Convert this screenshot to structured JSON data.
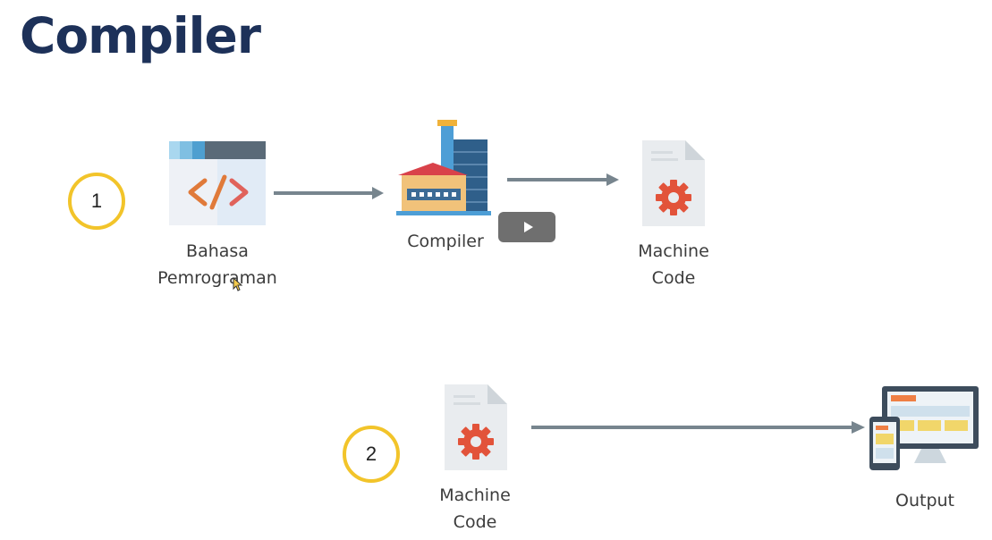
{
  "title": "Compiler",
  "step1": {
    "number": "1",
    "source": {
      "line1": "Bahasa",
      "line2": "Pemrograman",
      "icon": "code-window-icon"
    },
    "compiler": {
      "label": "Compiler",
      "icon": "factory-icon"
    },
    "target": {
      "line1": "Machine",
      "line2": "Code",
      "icon": "gear-file-icon"
    }
  },
  "step2": {
    "number": "2",
    "source": {
      "line1": "Machine",
      "line2": "Code",
      "icon": "gear-file-icon"
    },
    "output": {
      "label": "Output",
      "icon": "devices-icon"
    }
  },
  "video": {
    "icon": "play-icon"
  },
  "colors": {
    "title": "#1d3159",
    "circle": "#f2c42a",
    "arrow": "#77858e",
    "gear": "#e2533a"
  }
}
